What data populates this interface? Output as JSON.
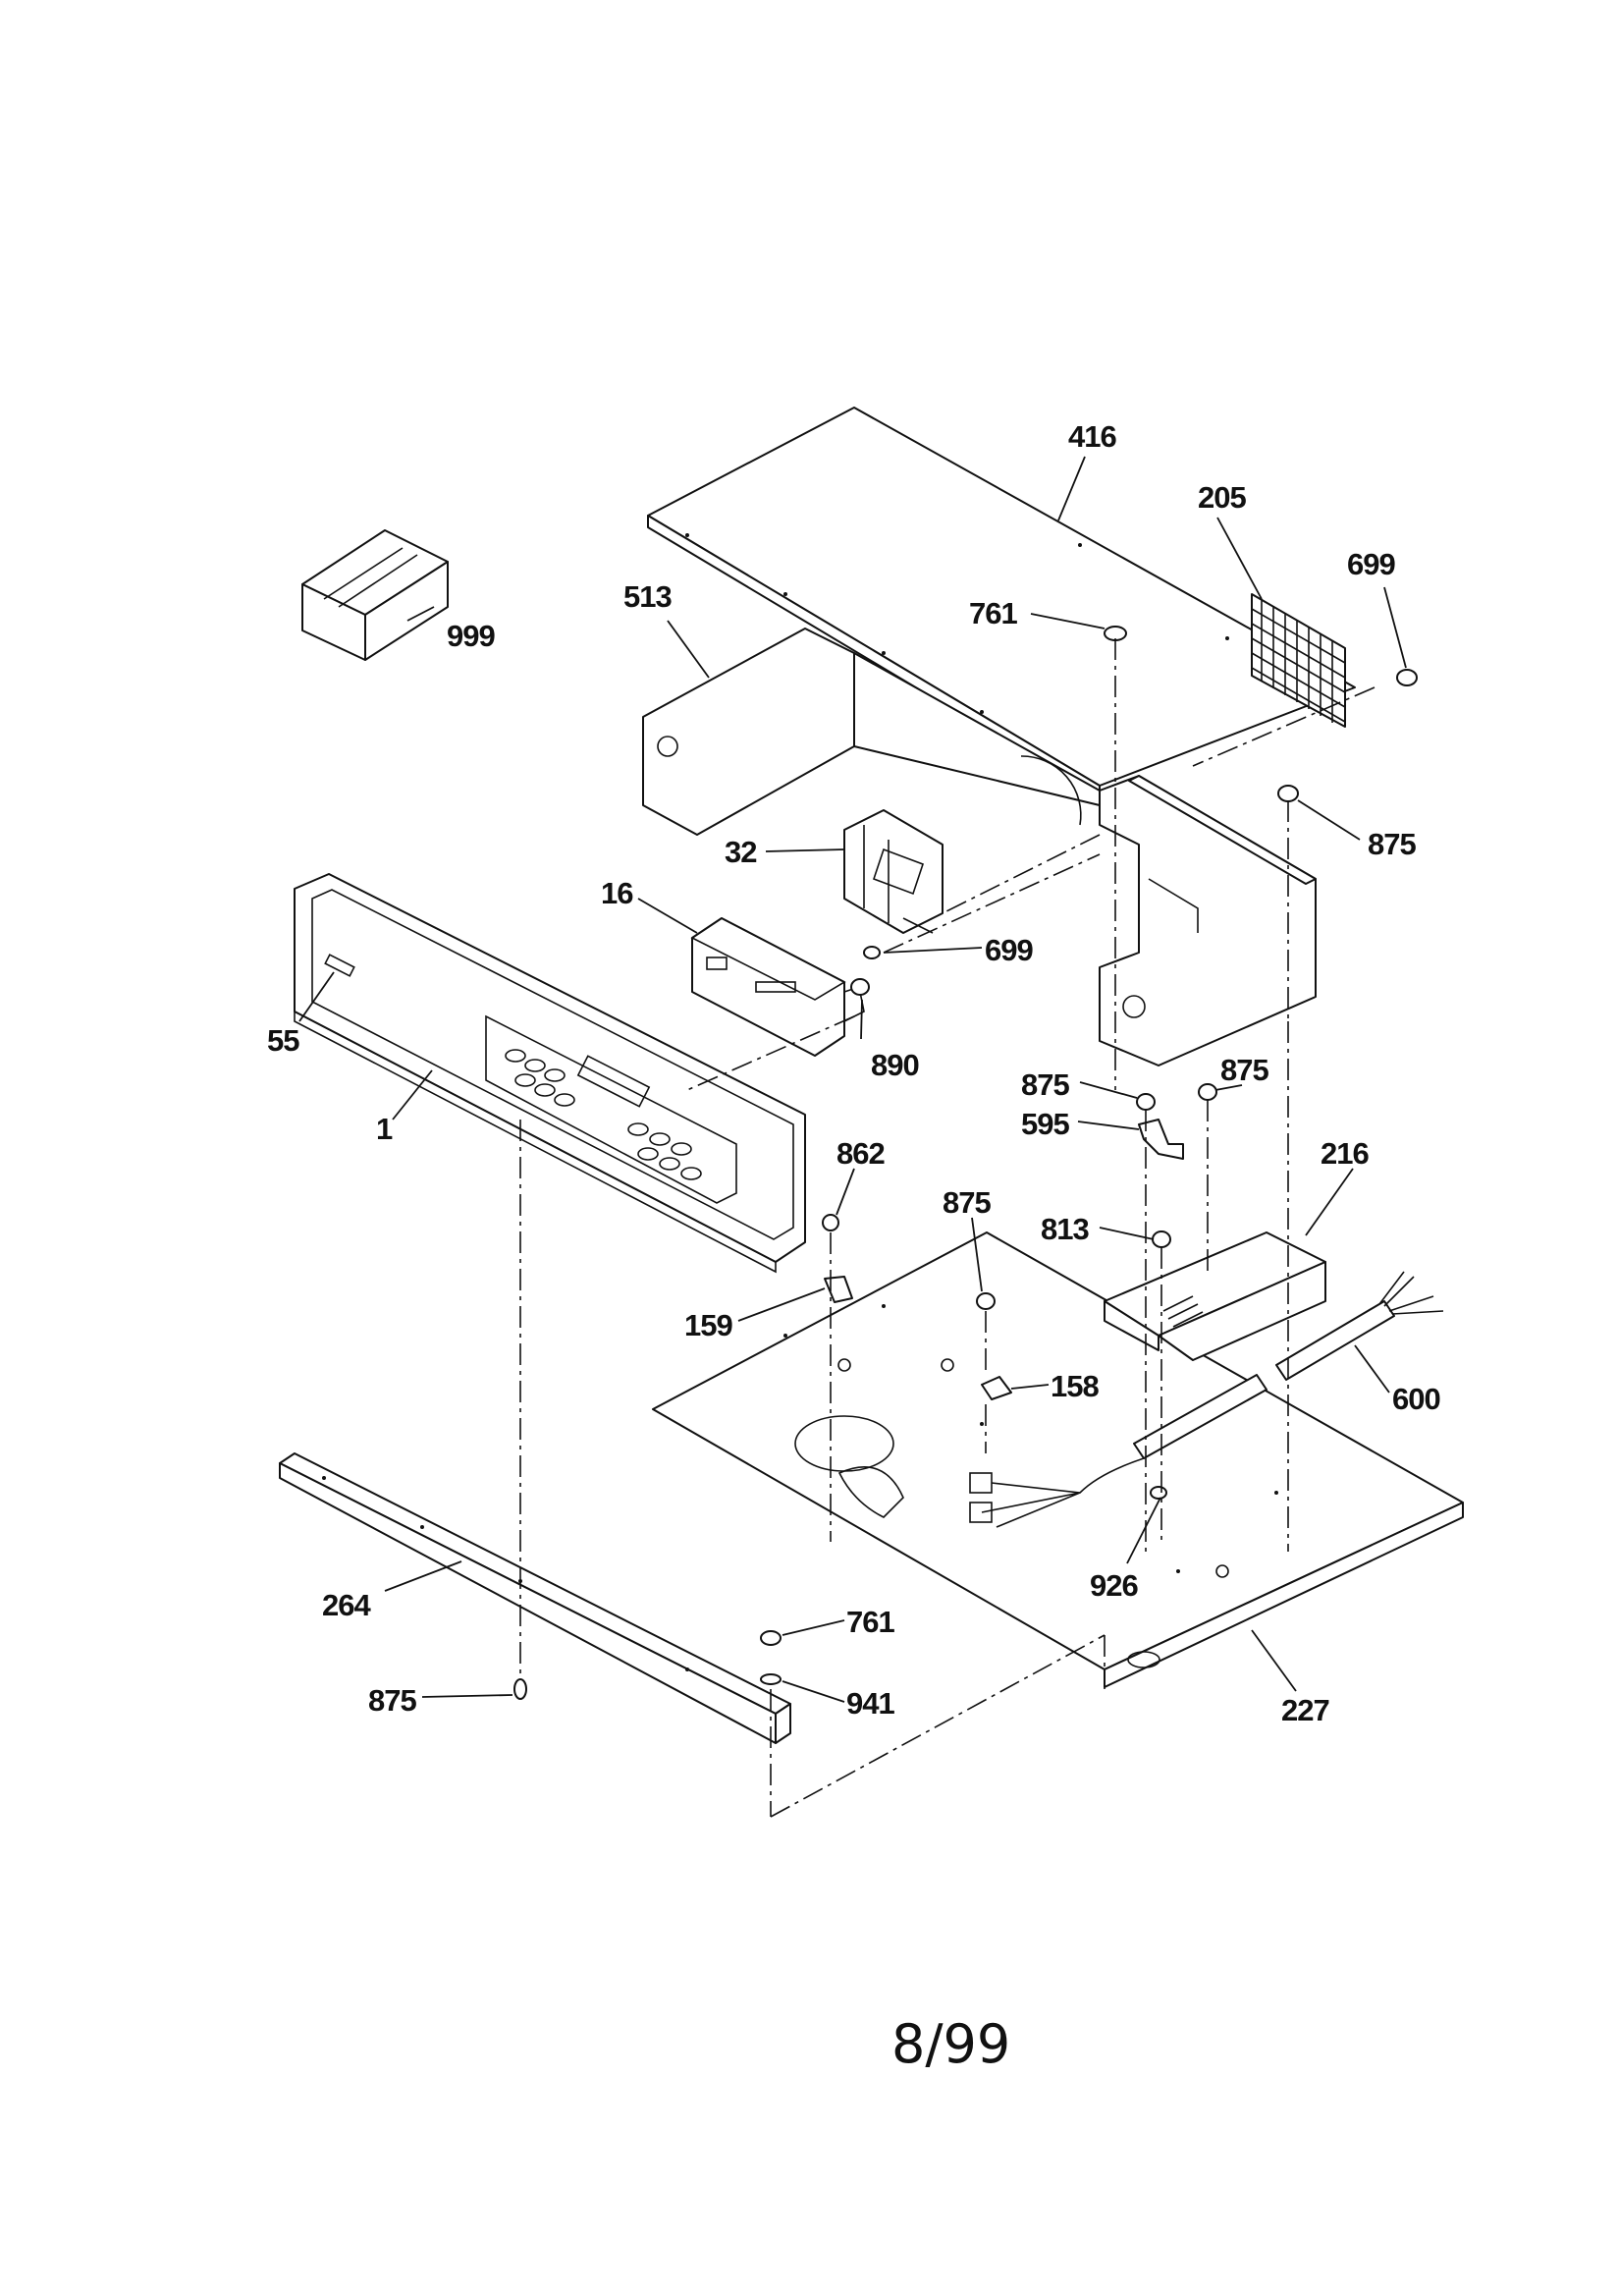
{
  "diagram": {
    "page_label": "8/99",
    "parts": {
      "p416": "416",
      "p205": "205",
      "p699a": "699",
      "p513": "513",
      "p761a": "761",
      "p999": "999",
      "p875a": "875",
      "p32": "32",
      "p16": "16",
      "p699b": "699",
      "p55": "55",
      "p890": "890",
      "p1": "1",
      "p875b": "875",
      "p875c": "875",
      "p862": "862",
      "p595": "595",
      "p216": "216",
      "p875d": "875",
      "p813": "813",
      "p159": "159",
      "p158": "158",
      "p600": "600",
      "p926": "926",
      "p264": "264",
      "p761b": "761",
      "p875e": "875",
      "p941": "941",
      "p227": "227"
    }
  }
}
